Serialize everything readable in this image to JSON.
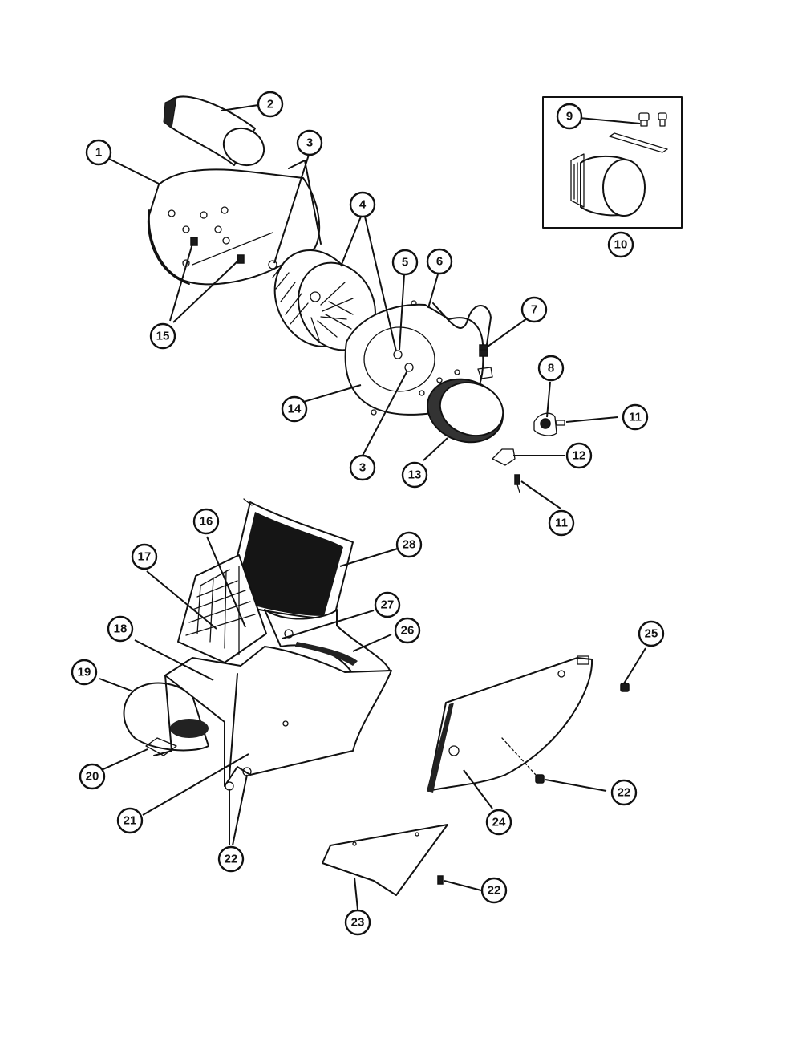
{
  "callouts": [
    {
      "id": "c1",
      "label": "1"
    },
    {
      "id": "c2",
      "label": "2"
    },
    {
      "id": "c3a",
      "label": "3"
    },
    {
      "id": "c3b",
      "label": "3"
    },
    {
      "id": "c4",
      "label": "4"
    },
    {
      "id": "c5",
      "label": "5"
    },
    {
      "id": "c6",
      "label": "6"
    },
    {
      "id": "c7",
      "label": "7"
    },
    {
      "id": "c8",
      "label": "8"
    },
    {
      "id": "c9",
      "label": "9"
    },
    {
      "id": "c10",
      "label": "10"
    },
    {
      "id": "c11a",
      "label": "11"
    },
    {
      "id": "c11b",
      "label": "11"
    },
    {
      "id": "c12",
      "label": "12"
    },
    {
      "id": "c13",
      "label": "13"
    },
    {
      "id": "c14",
      "label": "14"
    },
    {
      "id": "c15",
      "label": "15"
    },
    {
      "id": "c16",
      "label": "16"
    },
    {
      "id": "c17",
      "label": "17"
    },
    {
      "id": "c18",
      "label": "18"
    },
    {
      "id": "c19",
      "label": "19"
    },
    {
      "id": "c20",
      "label": "20"
    },
    {
      "id": "c21",
      "label": "21"
    },
    {
      "id": "c22a",
      "label": "22"
    },
    {
      "id": "c22b",
      "label": "22"
    },
    {
      "id": "c22c",
      "label": "22"
    },
    {
      "id": "c23",
      "label": "23"
    },
    {
      "id": "c24",
      "label": "24"
    },
    {
      "id": "c25",
      "label": "25"
    },
    {
      "id": "c26",
      "label": "26"
    },
    {
      "id": "c27",
      "label": "27"
    },
    {
      "id": "c28",
      "label": "28"
    }
  ]
}
